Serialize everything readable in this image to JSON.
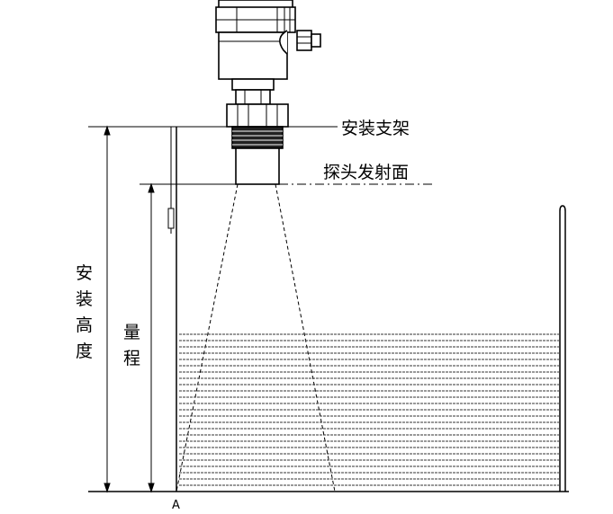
{
  "labels": {
    "bracket": "安装支架",
    "emit_face": "探头发射面",
    "install_height": [
      "安",
      "装",
      "高",
      "度"
    ],
    "range": [
      "量",
      "程"
    ],
    "point": "A"
  },
  "colors": {
    "ink": "#000000",
    "liquid_line": "#333333",
    "background": "#ffffff"
  }
}
